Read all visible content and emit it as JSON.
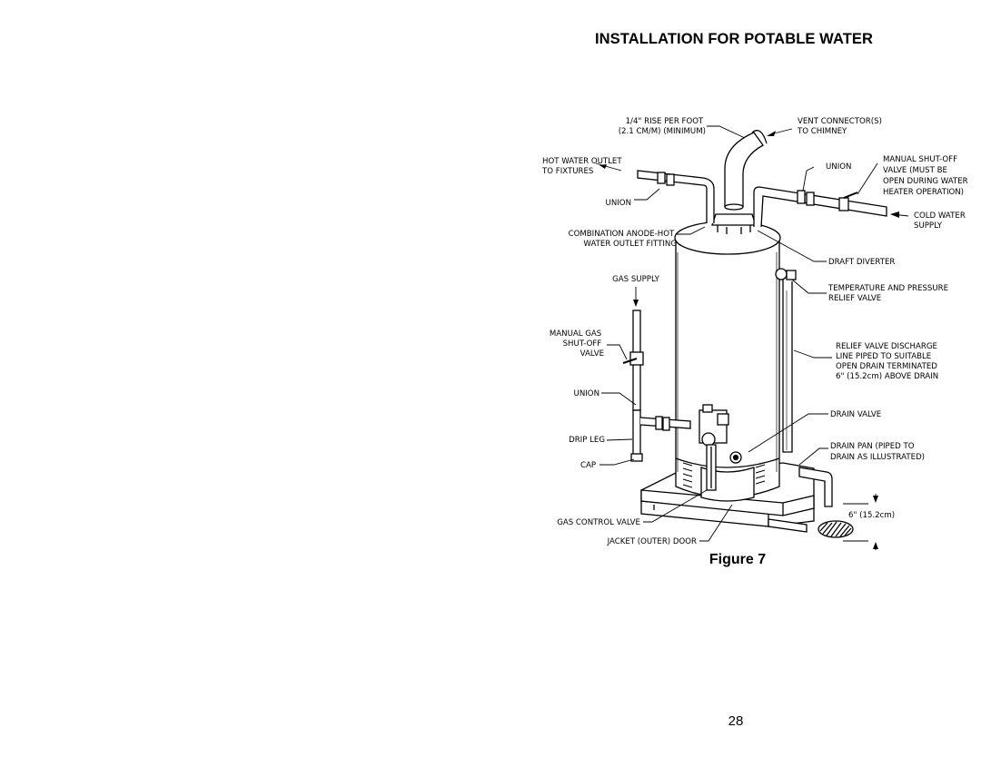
{
  "page": {
    "title": "INSTALLATION FOR POTABLE WATER",
    "figure_caption": "Figure 7",
    "page_number": "28"
  },
  "labels": {
    "rise": [
      "1/4\" RISE PER FOOT",
      "(2.1 CM/M) (MINIMUM)"
    ],
    "vent": [
      "VENT CONNECTOR(S)",
      "TO CHIMNEY"
    ],
    "hot_outlet": [
      "HOT WATER OUTLET",
      "TO FIXTURES"
    ],
    "union_left_top": [
      "UNION"
    ],
    "union_right_top": [
      "UNION"
    ],
    "manual_shutoff": [
      "MANUAL SHUT-OFF",
      "VALVE (MUST BE",
      "OPEN DURING WATER",
      "HEATER OPERATION)"
    ],
    "cold_supply": [
      "COLD WATER",
      "SUPPLY"
    ],
    "anode": [
      "COMBINATION ANODE-HOT",
      "WATER OUTLET FITTING"
    ],
    "draft": [
      "DRAFT DIVERTER"
    ],
    "gas_supply": [
      "GAS SUPPLY"
    ],
    "tp_valve": [
      "TEMPERATURE AND PRESSURE",
      "RELIEF VALVE"
    ],
    "manual_gas": [
      "MANUAL GAS",
      "SHUT-OFF",
      "VALVE"
    ],
    "relief_line": [
      "RELIEF VALVE DISCHARGE",
      "LINE PIPED TO SUITABLE",
      "OPEN DRAIN TERMINATED",
      "6\" (15.2cm) ABOVE DRAIN"
    ],
    "union_gas": [
      "UNION"
    ],
    "drain_valve": [
      "DRAIN VALVE"
    ],
    "drip_leg": [
      "DRIP LEG"
    ],
    "drain_pan": [
      "DRAIN PAN (PIPED TO",
      "DRAIN AS ILLUSTRATED)"
    ],
    "cap": [
      "CAP"
    ],
    "six_inch": [
      "6\" (15.2cm)"
    ],
    "gas_control": [
      "GAS CONTROL VALVE"
    ],
    "jacket": [
      "JACKET (OUTER) DOOR"
    ]
  }
}
